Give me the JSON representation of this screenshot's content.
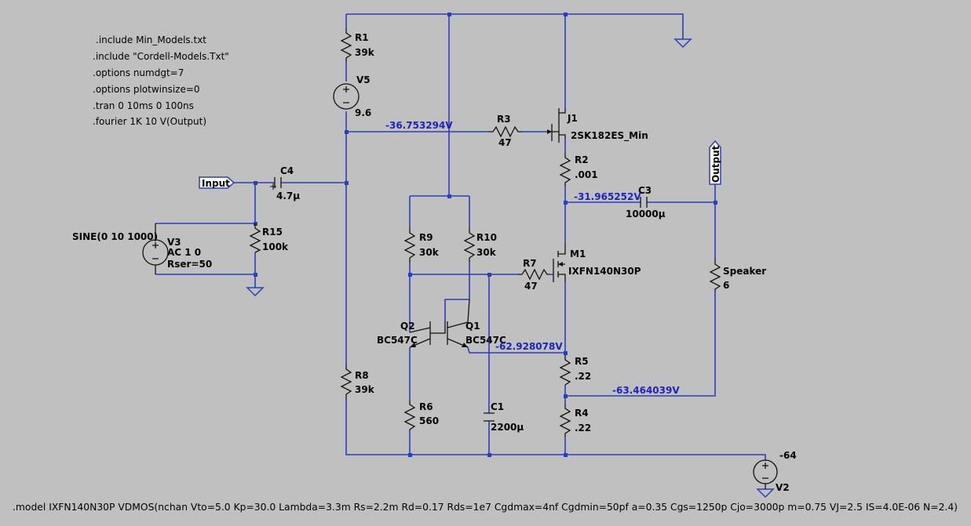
{
  "directives": [
    ".include Min_Models.txt",
    ".include \"Cordell-Models.Txt\"",
    ".options numdgt=7",
    ".options plotwinsize=0",
    ".tran 0 10ms 0 100ns",
    ".fourier 1K 10 V(Output)"
  ],
  "model_line": ".model IXFN140N30P VDMOS(nchan Vto=5.0 Kp=30.0 Lambda=3.3m Rs=2.2m Rd=0.17 Rds=1e7 Cgdmax=4nf Cgdmin=50pf a=0.35 Cgs=1250p Cjo=3000p m=0.75 VJ=2.5 IS=4.0E-06 N=2.4)",
  "components": {
    "R1": {
      "name": "R1",
      "value": "39k"
    },
    "V5": {
      "name": "V5",
      "value": "9.6"
    },
    "R3": {
      "name": "R3",
      "value": "47"
    },
    "J1": {
      "name": "J1",
      "value": "2SK182ES_Min"
    },
    "R2": {
      "name": "R2",
      "value": ".001"
    },
    "C3": {
      "name": "C3",
      "value": "10000µ"
    },
    "C4": {
      "name": "C4",
      "value": "4.7µ"
    },
    "R15": {
      "name": "R15",
      "value": "100k"
    },
    "V3": {
      "name": "V3",
      "value": "AC 1 0",
      "source": "SINE(0 10 1000)",
      "extra": "Rser=50"
    },
    "R9": {
      "name": "R9",
      "value": "30k"
    },
    "R10": {
      "name": "R10",
      "value": "30k"
    },
    "R7": {
      "name": "R7",
      "value": "47"
    },
    "M1": {
      "name": "M1",
      "value": "IXFN140N30P"
    },
    "Q2": {
      "name": "Q2",
      "value": "BC547C"
    },
    "Q1": {
      "name": "Q1",
      "value": "BC547C"
    },
    "Speaker": {
      "name": "Speaker",
      "value": "6"
    },
    "R5": {
      "name": "R5",
      "value": ".22"
    },
    "R4": {
      "name": "R4",
      "value": ".22"
    },
    "R8": {
      "name": "R8",
      "value": "39k"
    },
    "R6": {
      "name": "R6",
      "value": "560"
    },
    "C1": {
      "name": "C1",
      "value": "2200µ"
    },
    "V2": {
      "name": "V2",
      "value": "-64"
    }
  },
  "ports": {
    "input": "Input",
    "output": "Output"
  },
  "node_voltages": {
    "j1_gate": "-36.753294V",
    "output_node": "-31.965252V",
    "q1_emitter": "-62.928078V",
    "r4_r5": "-63.464039V"
  },
  "colors": {
    "background": "#c0c0c0",
    "wire": "#2c3fb8",
    "component": "#111111",
    "voltage_text": "#2020c8"
  }
}
